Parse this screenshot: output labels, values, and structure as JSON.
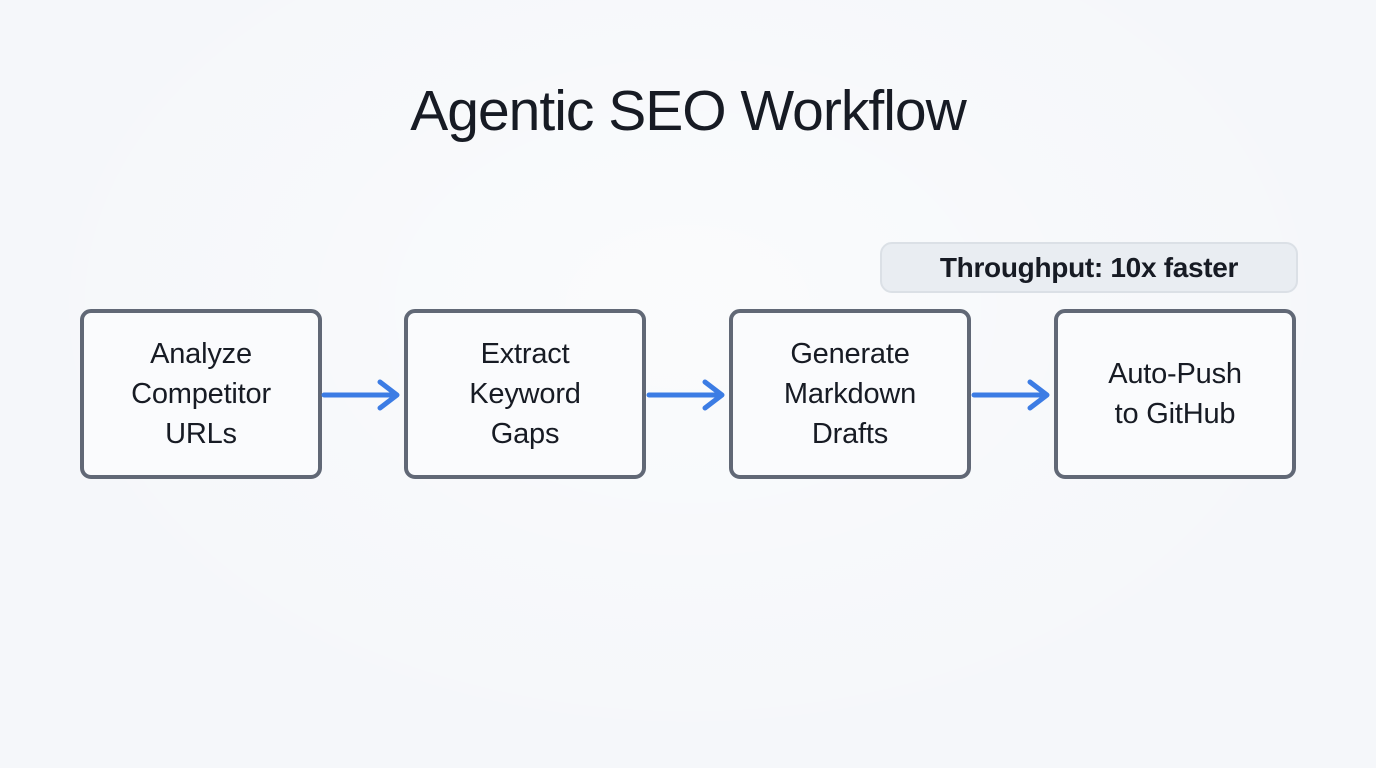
{
  "diagram": {
    "title": "Agentic SEO Workflow",
    "badge": {
      "label": "Throughput: 10x faster"
    },
    "steps": [
      {
        "label": "Analyze\nCompetitor\nURLs"
      },
      {
        "label": "Extract\nKeyword\nGaps"
      },
      {
        "label": "Generate\nMarkdown\nDrafts"
      },
      {
        "label": "Auto-Push\nto GitHub"
      }
    ],
    "connector": "right-arrow"
  },
  "colors": {
    "background": "#f5f7fa",
    "box_fill": "#fafbfd",
    "box_border": "#616876",
    "arrow": "#3c7ce4",
    "badge_fill": "#e9edf2",
    "badge_border": "#dbe0e6",
    "text": "#171b24"
  }
}
